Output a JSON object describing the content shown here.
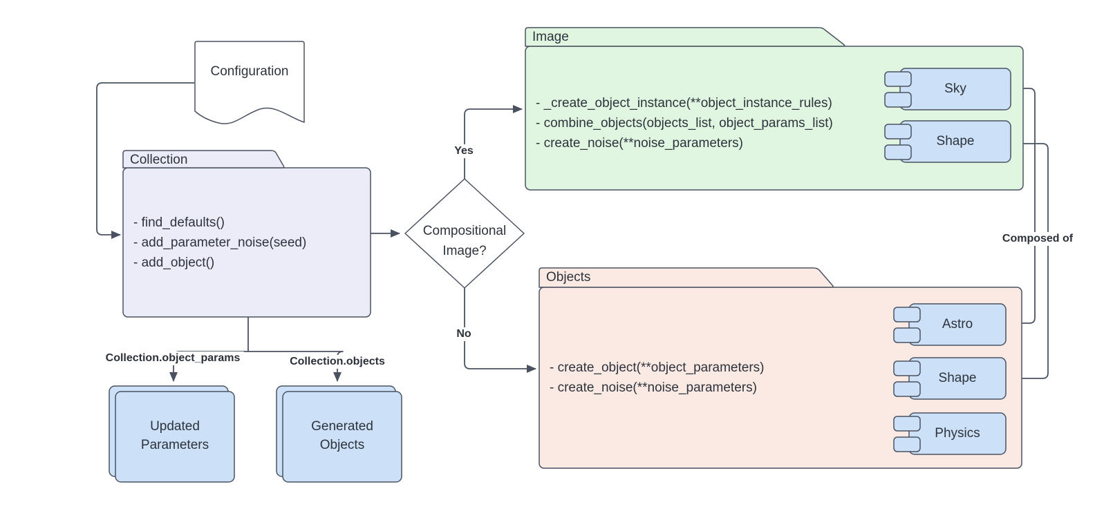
{
  "colors": {
    "stroke": "#4a5261",
    "text": "#2d333c",
    "collection_fill": "#ececf9",
    "image_fill": "#e0f6e0",
    "objects_fill": "#fbe9e4",
    "component_fill": "#cce0f8",
    "background": "#ffffff"
  },
  "nodes": {
    "configuration": {
      "label": "Configuration"
    },
    "collection": {
      "title": "Collection",
      "methods": [
        "- find_defaults()",
        "- add_parameter_noise(seed)",
        "- add_object()"
      ]
    },
    "decision": {
      "line1": "Compositional",
      "line2": "Image?"
    },
    "image": {
      "title": "Image",
      "methods": [
        "- _create_object_instance(**object_instance_rules)",
        "- combine_objects(objects_list, object_params_list)",
        "- create_noise(**noise_parameters)"
      ],
      "components": [
        {
          "label": "Sky"
        },
        {
          "label": "Shape"
        }
      ]
    },
    "objects": {
      "title": "Objects",
      "methods": [
        "- create_object(**object_parameters)",
        "- create_noise(**noise_parameters)"
      ],
      "components": [
        {
          "label": "Astro"
        },
        {
          "label": "Shape"
        },
        {
          "label": "Physics"
        }
      ]
    },
    "updated_parameters": {
      "line1": "Updated",
      "line2": "Parameters"
    },
    "generated_objects": {
      "line1": "Generated",
      "line2": "Objects"
    }
  },
  "edges": {
    "yes": "Yes",
    "no": "No",
    "composed_of": "Composed of",
    "object_params": "Collection.object_params",
    "objects": "Collection.objects"
  }
}
